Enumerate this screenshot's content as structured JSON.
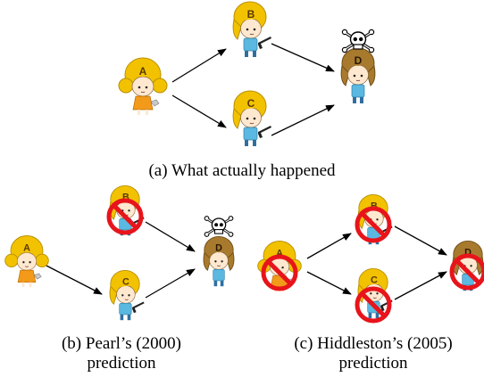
{
  "panels": {
    "a": {
      "caption": "(a) What actually happened",
      "nodes": {
        "A": "A",
        "B": "B",
        "C": "C",
        "D": "D"
      }
    },
    "b": {
      "caption_line1": "(b) Pearl’s (2000)",
      "caption_line2": "prediction",
      "nodes": {
        "A": "A",
        "B": "B",
        "C": "C",
        "D": "D"
      }
    },
    "c": {
      "caption_line1": "(c) Hiddleston’s (2005)",
      "caption_line2": "prediction",
      "nodes": {
        "A": "A",
        "B": "B",
        "C": "C",
        "D": "D"
      }
    }
  },
  "colors": {
    "blonde_hair": "#F2C200",
    "blonde_hair_dark": "#D9A400",
    "brown_hair": "#A87A2E",
    "shirt": "#5BB8E0",
    "skin": "#FFE8D0",
    "dress": "#F39A1A",
    "gun": "#222222",
    "no_sign": "#E8141B",
    "arrow": "#000000",
    "skull": "#000000"
  },
  "icons": {
    "death": "skull-crossbones-icon",
    "prevented": "prohibition-sign-icon",
    "weapon": "gun-icon"
  }
}
